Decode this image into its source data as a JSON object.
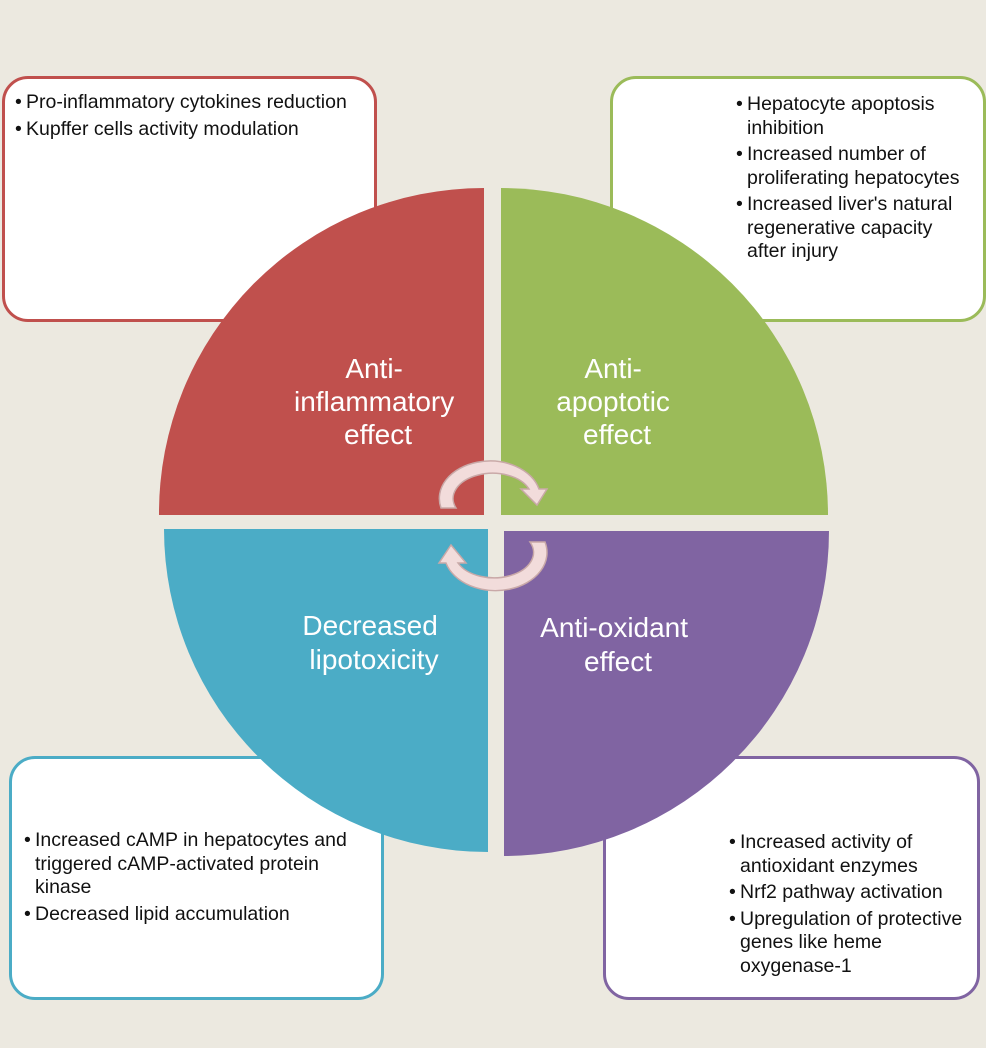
{
  "quadrants": {
    "top_left": {
      "title_lines": [
        "Anti-",
        "inflammatory",
        "effect"
      ],
      "color": "#c0504d",
      "bullets": [
        "Pro-inflammatory cytokines reduction",
        "Kupffer cells activity modulation"
      ]
    },
    "top_right": {
      "title_lines": [
        "Anti-",
        "apoptotic",
        "effect"
      ],
      "color": "#9bbb59",
      "bullets": [
        "Hepatocyte apoptosis inhibition",
        "Increased number of proliferating hepatocytes",
        "Increased liver's natural regenerative capacity after injury"
      ]
    },
    "bottom_left": {
      "title_lines": [
        "Decreased",
        "lipotoxicity"
      ],
      "color": "#4bacc6",
      "bullets": [
        "Increased cAMP in hepatocytes and triggered cAMP-activated protein kinase",
        "Decreased lipid accumulation"
      ]
    },
    "bottom_right": {
      "title_lines": [
        "Anti-oxidant",
        "effect"
      ],
      "color": "#8064a2",
      "bullets": [
        "Increased activity of antioxidant enzymes",
        "Nrf2 pathway activation",
        "Upregulation of protective genes like heme oxygenase-1"
      ]
    }
  },
  "center_arrows": {
    "color": "#f2dcdb",
    "outline": "#c9a9a8"
  }
}
